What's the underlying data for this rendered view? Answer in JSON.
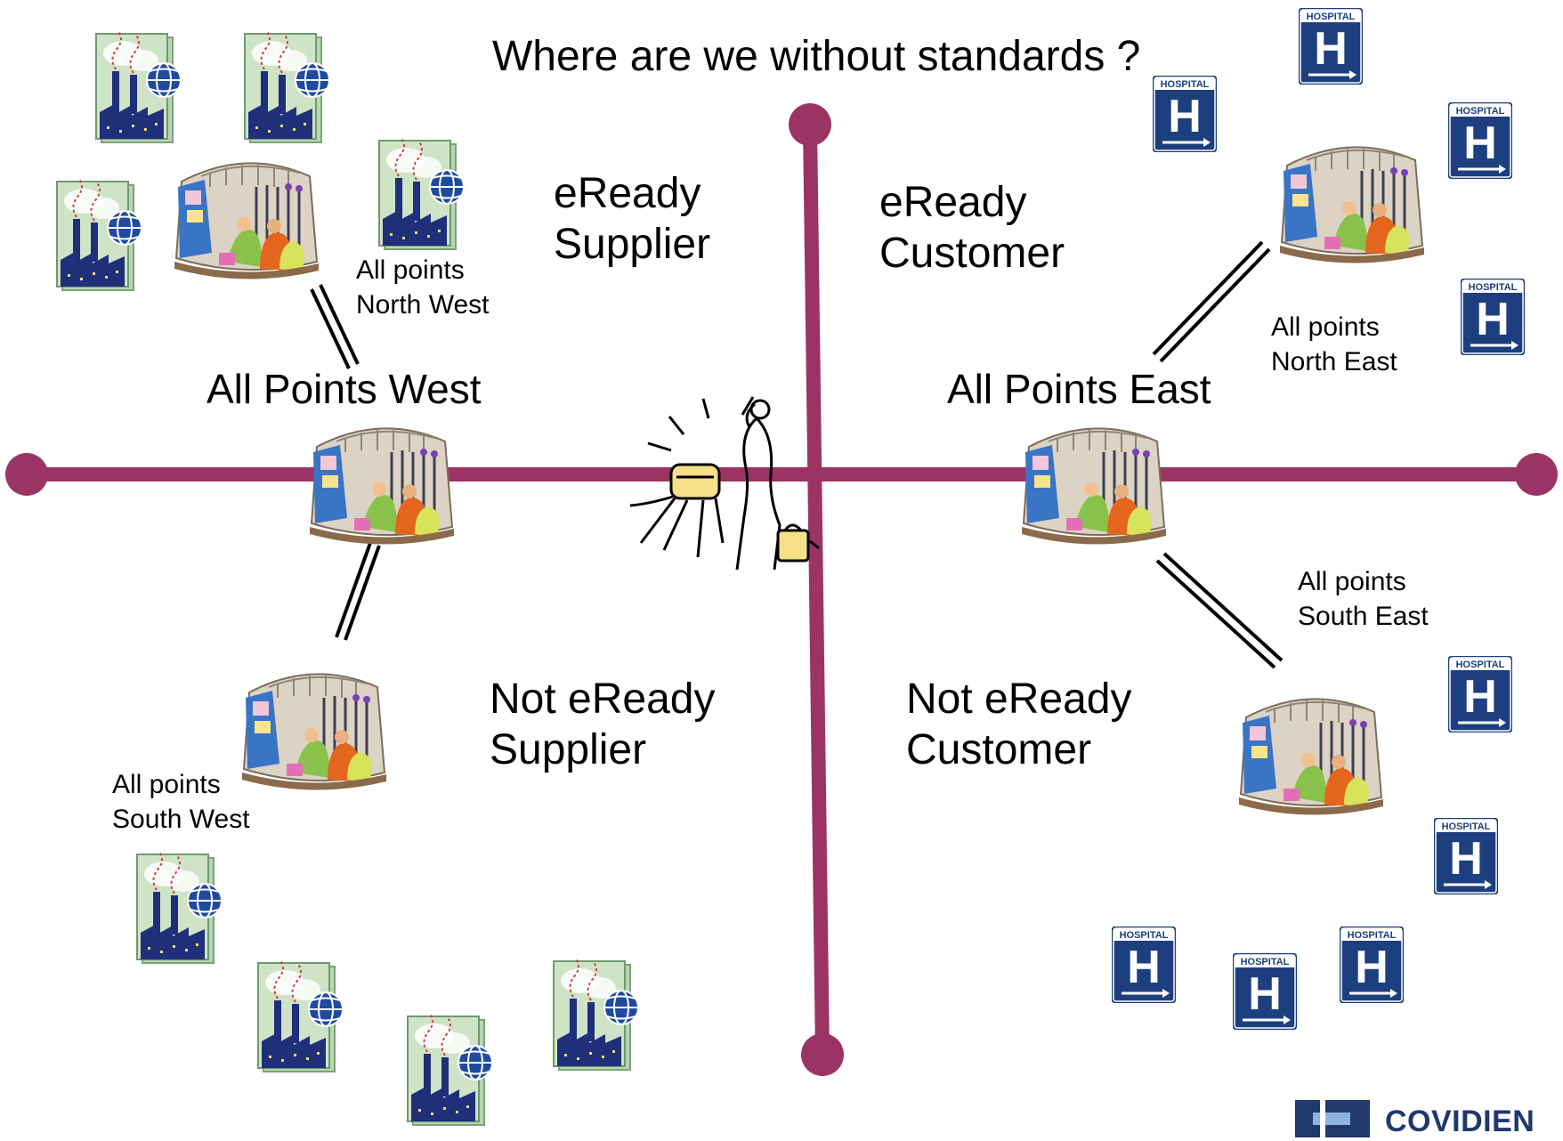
{
  "title": "Where are we without standards ?",
  "quadrants": {
    "top_left": [
      "eReady",
      "Supplier"
    ],
    "top_right": [
      "eReady",
      "Customer"
    ],
    "bottom_left": [
      "Not eReady",
      "Supplier"
    ],
    "bottom_right": [
      "Not eReady",
      "Customer"
    ]
  },
  "directions": {
    "west": "All Points West",
    "east": "All Points East"
  },
  "regions": {
    "north_west": [
      "All points",
      "North West"
    ],
    "north_east": [
      "All points",
      "North East"
    ],
    "south_west": [
      "All points",
      "South West"
    ],
    "south_east": [
      "All points",
      "South East"
    ]
  },
  "sign_text": "HOSPITAL",
  "sign_letter": "H",
  "logo": "COVIDIEN",
  "colors": {
    "axis": "#9b3465",
    "sign_bg": "#1d3f7f",
    "factory_bg": "#b9d6b3",
    "factory": "#1f2f7a",
    "logo": "#20396b"
  },
  "icons": [
    "factory-globe-icon",
    "train-station-icon",
    "hospital-sign-icon",
    "traveler-icon"
  ]
}
